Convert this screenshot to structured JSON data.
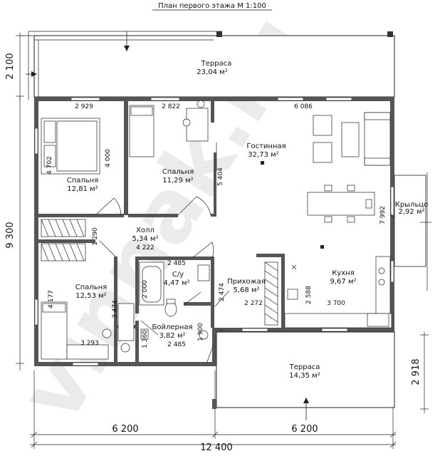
{
  "title": "План первого этажа М 1:100",
  "watermark": "vinnak.ru",
  "rooms": [
    {
      "id": "terrace-top",
      "name": "Терраса",
      "area": "23,04",
      "unit": "м²"
    },
    {
      "id": "bedroom-1",
      "name": "Спальня",
      "area": "12,81",
      "unit": "м²"
    },
    {
      "id": "bedroom-2",
      "name": "Спальня",
      "area": "11,29",
      "unit": "м²"
    },
    {
      "id": "living",
      "name": "Гостинная",
      "area": "32,73",
      "unit": "м²"
    },
    {
      "id": "porch",
      "name": "Крыльцо",
      "area": "2,92",
      "unit": "м²"
    },
    {
      "id": "hall",
      "name": "Холл",
      "area": "5,34",
      "unit": "м²"
    },
    {
      "id": "bedroom-3",
      "name": "Спальня",
      "area": "12,53",
      "unit": "м²"
    },
    {
      "id": "bathroom",
      "name": "С/у",
      "area": "4,47",
      "unit": "м²"
    },
    {
      "id": "entrance",
      "name": "Прихожая",
      "area": "5,68",
      "unit": "м²"
    },
    {
      "id": "kitchen",
      "name": "Кухня",
      "area": "9,67",
      "unit": "м²"
    },
    {
      "id": "boiler",
      "name": "Бойлерная",
      "area": "3,82",
      "unit": "м²"
    },
    {
      "id": "terrace-bottom",
      "name": "Терраса",
      "area": "14,35",
      "unit": "м²"
    }
  ],
  "dimensions": {
    "top_left": "2 100",
    "left_total": "9 300",
    "right_bottom": "2 918",
    "bottom_left": "6 200",
    "bottom_right": "6 200",
    "bottom_total": "12 400",
    "d_2929": "2 929",
    "d_2822": "2 822",
    "d_6086": "6 086",
    "d_4702": "4 702",
    "d_4000": "4 000",
    "d_5404": "5 404",
    "d_7992": "7 992",
    "d_1290": "1 290",
    "d_4222": "4 222",
    "d_2485a": "2 485",
    "d_2000": "2 000",
    "d_2474": "2 474",
    "d_2588": "2 588",
    "d_2272": "2 272",
    "d_3700": "3 700",
    "d_4177": "4 177",
    "d_3474": "3 474",
    "d_1900": "1 900",
    "d_1360": "1 360",
    "d_2485b": "2 485",
    "d_3293": "3 293"
  },
  "colors": {
    "wall": "#555555",
    "line": "#222222",
    "terrace": "#ffffff",
    "watermark": "#e6e6e6"
  }
}
